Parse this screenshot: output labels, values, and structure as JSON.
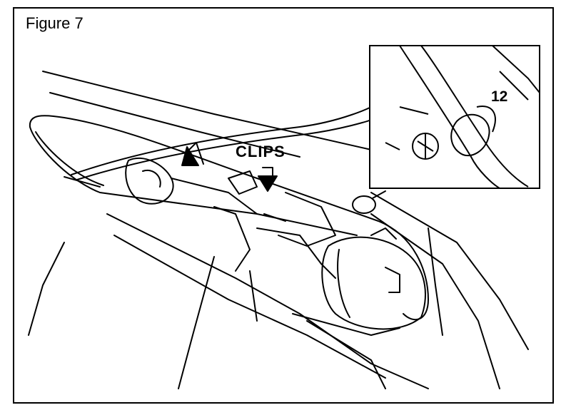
{
  "figure": {
    "title": "Figure 7",
    "labels": {
      "clips": "CLIPS",
      "callout_number": "12"
    },
    "colors": {
      "line": "#000000",
      "background": "#ffffff"
    }
  }
}
